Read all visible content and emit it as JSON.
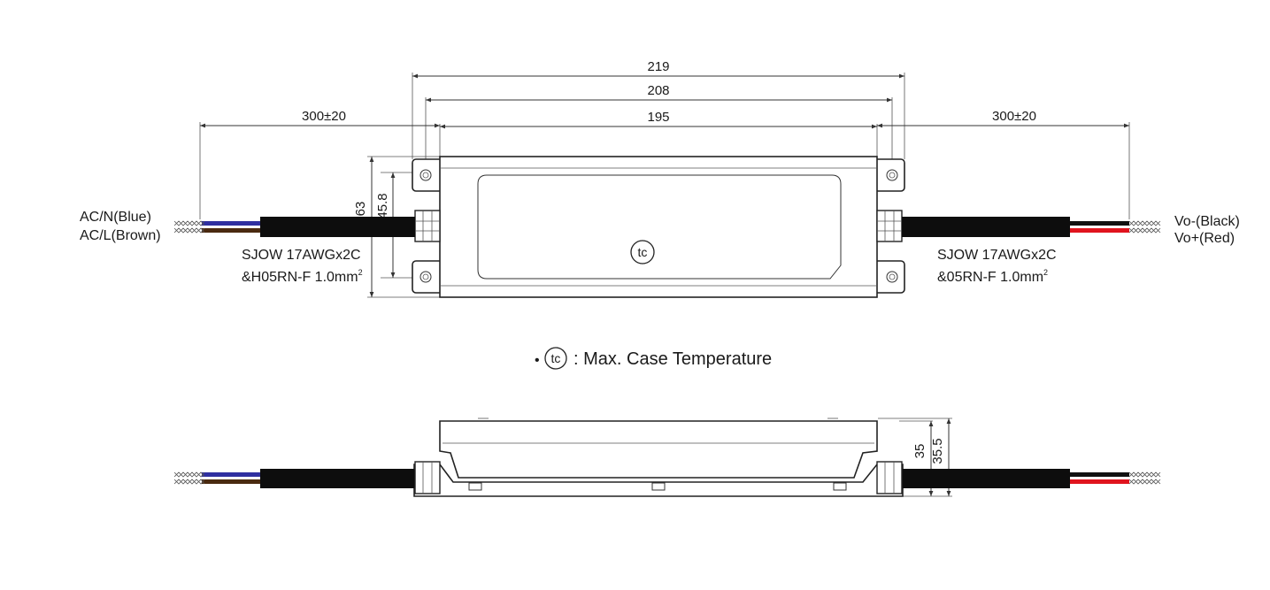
{
  "dimensions": {
    "overall_length": "219",
    "mounting_pitch": "208",
    "case_length": "195",
    "lead_length_left": "300±20",
    "lead_length_right": "300±20",
    "overall_width": "63",
    "mounting_width": "45.8",
    "tc_offset_x": "105",
    "tc_offset_y": "20",
    "case_height": "35",
    "overall_height": "35.5"
  },
  "input": {
    "neutral_label": "AC/N(Blue)",
    "line_label": "AC/L(Brown)",
    "cable_spec_line1": "SJOW 17AWGx2C",
    "cable_spec_line2": "&H05RN-F 1.0mm",
    "cable_spec_sup": "2"
  },
  "output": {
    "negative_label": "Vo-(Black)",
    "positive_label": "Vo+(Red)",
    "cable_spec_line1": "SJOW 17AWGx2C",
    "cable_spec_line2": "&05RN-F 1.0mm",
    "cable_spec_sup": "2"
  },
  "tc_marker": {
    "symbol": "tc",
    "bullet": "•",
    "legend_text": ": Max. Case Temperature"
  },
  "colors": {
    "wire_blue": "#2f2fa0",
    "wire_brown": "#4a2a10",
    "wire_black": "#111111",
    "wire_red": "#e0141e",
    "cable": "#0d0d0d"
  }
}
